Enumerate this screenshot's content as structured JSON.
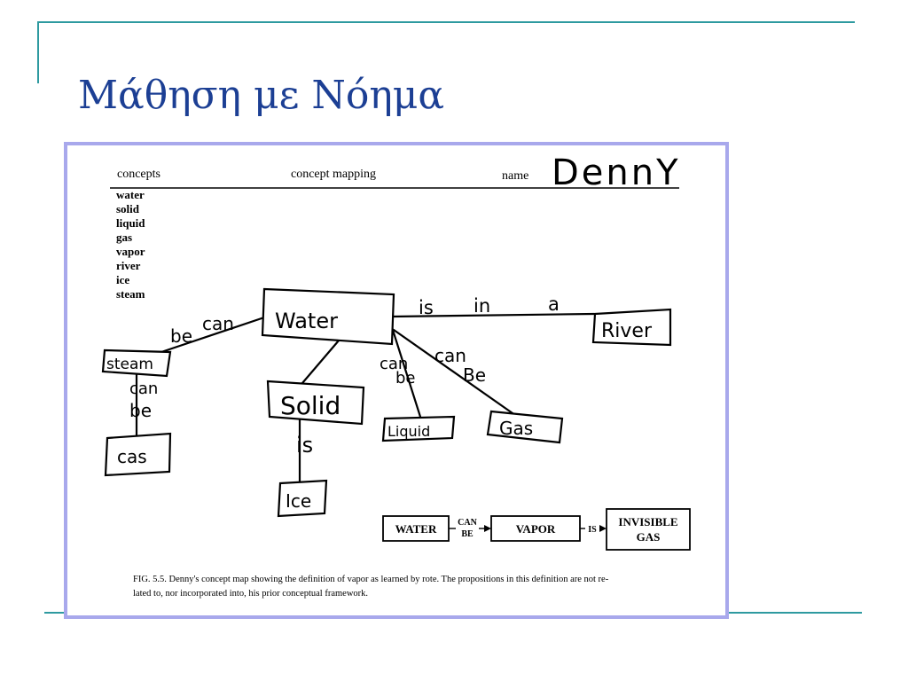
{
  "slide": {
    "title": "Μάθηση με Νόημα",
    "title_color": "#1c3f94",
    "rule_color": "#2e9aa0",
    "frame_color": "#a8a8ec"
  },
  "worksheet": {
    "header_left": "concepts",
    "header_center": "concept mapping",
    "header_name_label": "name",
    "student_name": "DennY",
    "concept_list": [
      "water",
      "solid",
      "liquid",
      "gas",
      "vapor",
      "river",
      "ice",
      "steam"
    ]
  },
  "concept_map": {
    "nodes": {
      "water": "Water",
      "river": "River",
      "steam": "steam",
      "solid": "Solid",
      "liquid": "Liquid",
      "gas": "Gas",
      "cas": "cas",
      "ice": "Ice"
    },
    "links": {
      "water_river_1": "is",
      "water_river_2": "in",
      "water_river_3": "a",
      "water_steam_1": "be",
      "water_steam_2": "can",
      "steam_cas_1": "can",
      "steam_cas_2": "be",
      "solid_ice": "is",
      "water_liquid_1": "can",
      "water_liquid_2": "be",
      "water_gas_1": "can",
      "water_gas_2": "Be"
    }
  },
  "rote_definition": {
    "box1": "WATER",
    "link1_top": "CAN",
    "link1_bottom": "BE",
    "box2": "VAPOR",
    "link2": "IS",
    "box3_line1": "INVISIBLE",
    "box3_line2": "GAS"
  },
  "caption": {
    "line1": "FIG. 5.5.  Denny's concept map showing the definition of vapor as learned by rote. The propositions in this definition are not re-",
    "line2": "lated to, nor incorporated into, his prior conceptual framework."
  }
}
